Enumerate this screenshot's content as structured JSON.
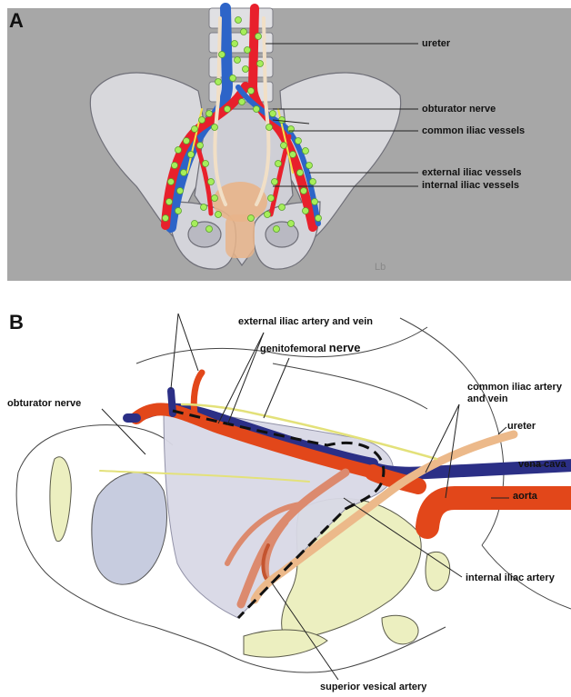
{
  "panel_a": {
    "letter": "A",
    "signature": "Lb",
    "labels": {
      "ureter": "ureter",
      "obturator_nerve": "obturator nerve",
      "common_iliac": "common iliac vessels",
      "external_iliac": "external iliac vessels",
      "internal_iliac": "internal iliac vessels"
    }
  },
  "panel_b": {
    "letter": "B",
    "labels": {
      "external_iliac": "external iliac artery and vein",
      "genitofemoral_prefix": "genitofemoral ",
      "genitofemoral_suffix": "nerve",
      "obturator_nerve": "obturator nerve",
      "common_iliac_line1": "common iliac artery",
      "common_iliac_line2": "and vein",
      "ureter": "ureter",
      "vena_cava": "vena cava",
      "aorta": "aorta",
      "internal_iliac": "internal iliac artery",
      "superior_vesical": "superior vesical artery"
    }
  },
  "colors": {
    "panel_a_background": "#a7a7a7",
    "artery": "#e8202c",
    "vein": "#2d64c8",
    "lymph_node": "#a6ee5a",
    "b_artery": "#e2471a",
    "b_vein": "#2b2f86",
    "b_ureter": "#ecb98a",
    "bone_b": "#ecefc0"
  }
}
